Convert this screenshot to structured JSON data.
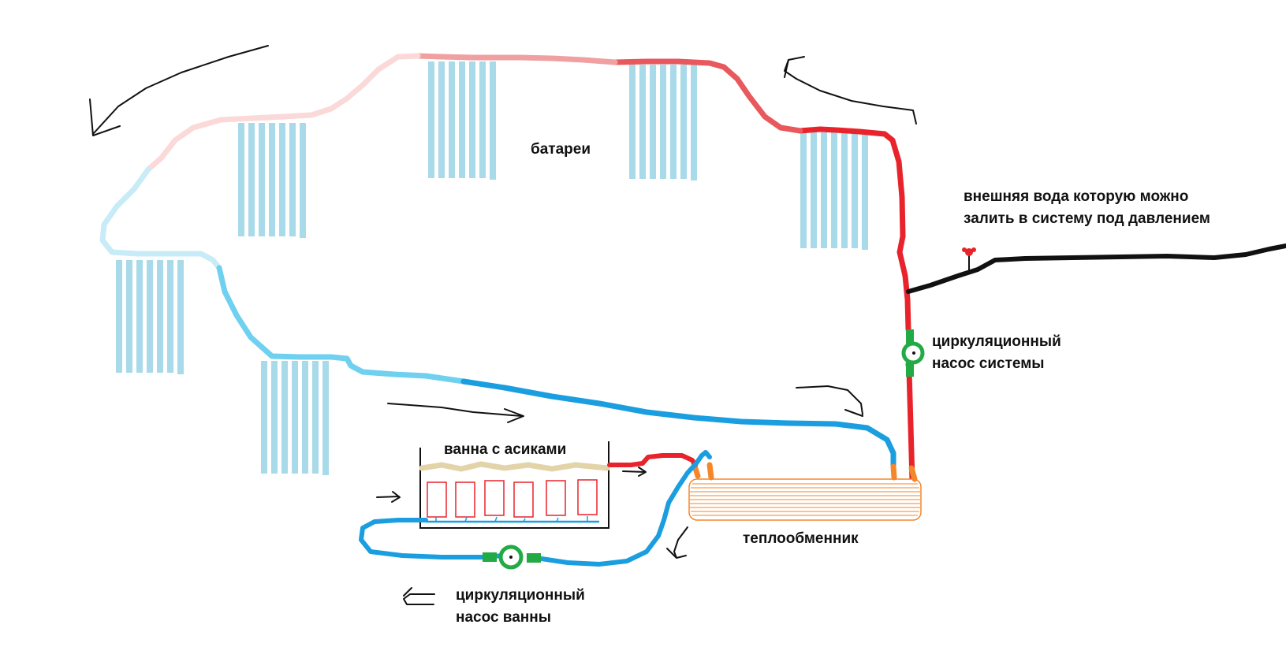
{
  "labels": {
    "batteries": "батареи",
    "external_water_line1": "внешняя вода которую можно",
    "external_water_line2": "залить в систему под давлением",
    "system_pump_line1": "циркуляционный",
    "system_pump_line2": "насос системы",
    "bath": "ванна с асиками",
    "heat_exchanger": "теплообменник",
    "bath_pump_line1": "циркуляционный",
    "bath_pump_line2": "насос ванны"
  },
  "colors": {
    "hot": "#e8232b",
    "warm": "#e87a7a",
    "cooling": "#f7c4c4",
    "cool": "#c8ecf7",
    "cold": "#6fd0f0",
    "coldest": "#1a9ee0",
    "radiator": "#a8daea",
    "pump": "#22aa44",
    "fitting": "#f5862a",
    "exchanger": "#f5862a",
    "external": "#111111",
    "valve": "#e8232b",
    "chip": "#e8232b",
    "foam": "#e3d3a8"
  },
  "icons": [
    "arrow-icon",
    "pump-icon",
    "valve-icon",
    "radiator-icon",
    "heat-exchanger-icon",
    "bath-icon"
  ]
}
